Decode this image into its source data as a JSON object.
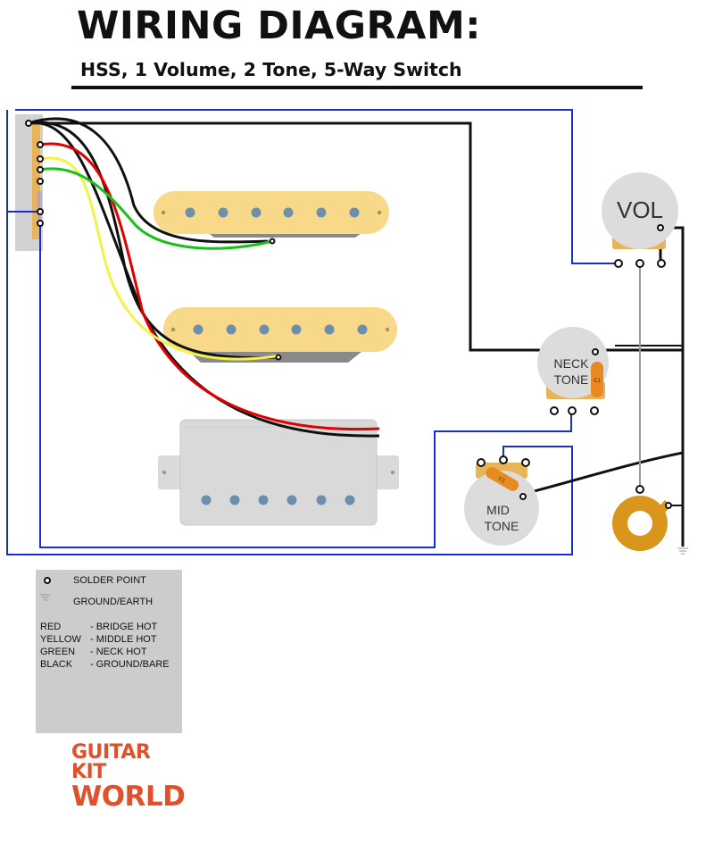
{
  "header": {
    "title": "WIRING DIAGRAM:",
    "subtitle": "HSS, 1 Volume, 2 Tone, 5-Way Switch"
  },
  "components": {
    "volume_pot": "VOL",
    "neck_tone_line1": "NECK",
    "neck_tone_line2": "TONE",
    "neck_tone_cap": "C1",
    "mid_tone_line1": "MID",
    "mid_tone_line2": "TONE",
    "mid_tone_cap": "C1"
  },
  "legend": {
    "solder_point": "SOLDER POINT",
    "ground": "GROUND/EARTH",
    "entries": [
      {
        "color": "RED",
        "meaning": "- BRIDGE HOT"
      },
      {
        "color": "YELLOW",
        "meaning": "- MIDDLE HOT"
      },
      {
        "color": "GREEN",
        "meaning": "- NECK HOT"
      },
      {
        "color": "BLACK",
        "meaning": "- GROUND/BARE"
      }
    ]
  },
  "logo": {
    "line1": "GUITAR KIT",
    "line2": "WORLD"
  },
  "colors": {
    "blue_wire": "#1a2fd0",
    "black_wire": "#111111",
    "red_wire": "#e00000",
    "yellow_wire": "#f2f24a",
    "green_wire": "#19c01a",
    "pickup_cover": "#f8d98a",
    "humbucker": "#d9d9d9",
    "capacitor": "#e88a22",
    "jack": "#d9961c",
    "logo": "#e0502b"
  },
  "icons": [
    "solder-point-icon",
    "ground-icon",
    "output-jack-icon",
    "guitar-icon"
  ]
}
